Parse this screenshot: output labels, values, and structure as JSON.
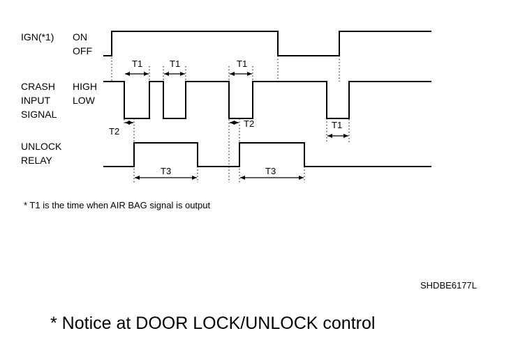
{
  "signals": {
    "ign": {
      "name": "IGN(*1)",
      "level_high": "ON",
      "level_low": "OFF"
    },
    "crash": {
      "name_lines": [
        "CRASH",
        "INPUT",
        "SIGNAL"
      ],
      "level_high": "HIGH",
      "level_low": "LOW"
    },
    "unlock": {
      "name_lines": [
        "UNLOCK",
        "RELAY"
      ]
    }
  },
  "timing_labels": {
    "t1": "T1",
    "t2": "T2",
    "t3": "T3"
  },
  "footnote": "* T1 is the time when AIR BAG signal is output",
  "figure_code": "SHDBE6177L",
  "notice": "* Notice at DOOR LOCK/UNLOCK control"
}
